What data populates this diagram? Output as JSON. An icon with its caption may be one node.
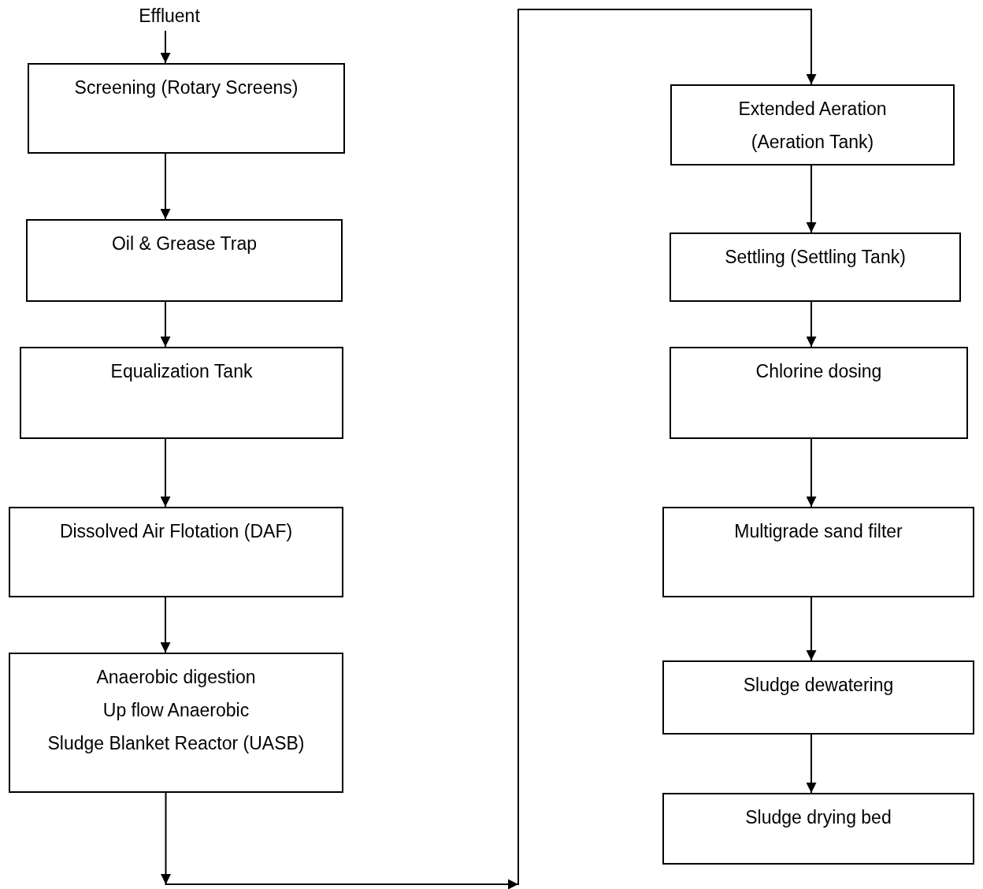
{
  "diagram": {
    "nodes": [
      {
        "text": [
          "Effluent"
        ]
      },
      {
        "text": [
          "Screening (Rotary Screens)"
        ]
      },
      {
        "text": [
          "Oil & Grease Trap"
        ]
      },
      {
        "text": [
          "Equalization Tank"
        ]
      },
      {
        "text": [
          "Dissolved Air Flotation (DAF)"
        ]
      },
      {
        "text": [
          "Anaerobic digestion",
          "Up flow Anaerobic",
          "Sludge Blanket Reactor (UASB)"
        ]
      },
      {
        "text": [
          "Extended Aeration (Aeration Tank)"
        ]
      },
      {
        "text": [
          "Settling (Settling Tank)"
        ]
      },
      {
        "text": [
          "Chlorine dosing"
        ]
      },
      {
        "text": [
          "Multigrade sand filter"
        ]
      },
      {
        "text": [
          "Sludge dewatering"
        ]
      },
      {
        "text": [
          "Sludge drying bed"
        ]
      }
    ],
    "edges": [
      {
        "from": 0,
        "to": 1,
        "arrow": "to"
      },
      {
        "from": 1,
        "to": 2,
        "arrow": "to"
      },
      {
        "from": 2,
        "to": 3,
        "arrow": "to"
      },
      {
        "from": 3,
        "to": 4,
        "arrow": "to"
      },
      {
        "from": 4,
        "to": 5,
        "arrow": "to"
      },
      {
        "from": 5,
        "to": 6,
        "arrow": "to"
      },
      {
        "from": 6,
        "to": 7,
        "arrow": "to"
      },
      {
        "from": 7,
        "to": 8,
        "arrow": "to"
      },
      {
        "from": 8,
        "to": 9,
        "arrow": "to"
      },
      {
        "from": 9,
        "to": 10,
        "arrow": "to"
      },
      {
        "from": 10,
        "to": 11,
        "arrow": "to"
      }
    ]
  }
}
